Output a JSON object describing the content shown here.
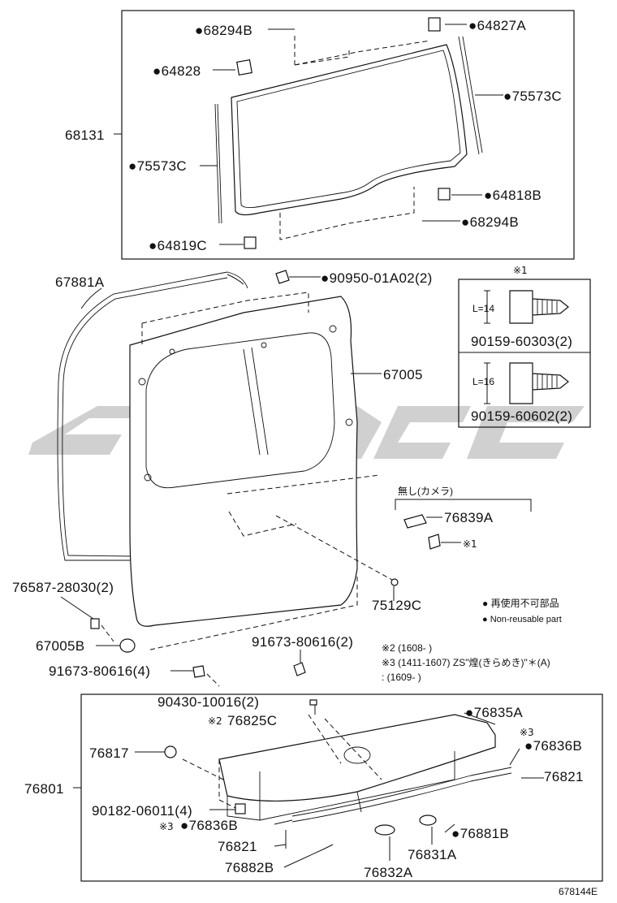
{
  "watermark": "ciyoc",
  "diagram_id": "678144E",
  "legend": {
    "line1": "● 再使用不可部品",
    "line2": "● Non-reusable part"
  },
  "notes": {
    "note1_mark": "※1",
    "note2": "※2 (1608-        )",
    "note3": "※3 (1411-1607) ZS\"煌(きらめき)\"＊(A)",
    "note3b": "  : (1609-        )",
    "camera_none": "無し(カメラ)"
  },
  "inset": {
    "mark": "※1",
    "bolt1": {
      "length": "L=14",
      "part": "90159-60303(2)"
    },
    "bolt2": {
      "length": "L=16",
      "part": "90159-60602(2)"
    }
  },
  "parts": {
    "p68294B_top": "●68294B",
    "p64827A": "●64827A",
    "p64828": "●64828",
    "p75573C_r": "●75573C",
    "p68131": "68131",
    "p75573C_l": "●75573C",
    "p64818B": "●64818B",
    "p68294B_bot": "●68294B",
    "p64819C": "●64819C",
    "p67881A": "67881A",
    "p90950": "●90950-01A02(2)",
    "p67005": "67005",
    "p76839A": "76839A",
    "p76839A_mark": "※1",
    "p76587": "76587-28030(2)",
    "p75129C": "75129C",
    "p67005B": "67005B",
    "p91673_a": "91673-80616(2)",
    "p91673_b": "91673-80616(4)",
    "p90430": "90430-10016(2)",
    "p76825C": "76825C",
    "p76825C_mark": "※2",
    "p76835A": "●76835A",
    "p76836B_r": "●76836B",
    "p76836B_r_mark": "※3",
    "p76817": "76817",
    "p76821_r": "76821",
    "p76801": "76801",
    "p90182": "90182-06011(4)",
    "p76836B_l": "●76836B",
    "p76836B_l_mark": "※3",
    "p76881B": "●76881B",
    "p76821_l": "76821",
    "p76831A": "76831A",
    "p76882B": "76882B",
    "p76832A": "76832A"
  }
}
